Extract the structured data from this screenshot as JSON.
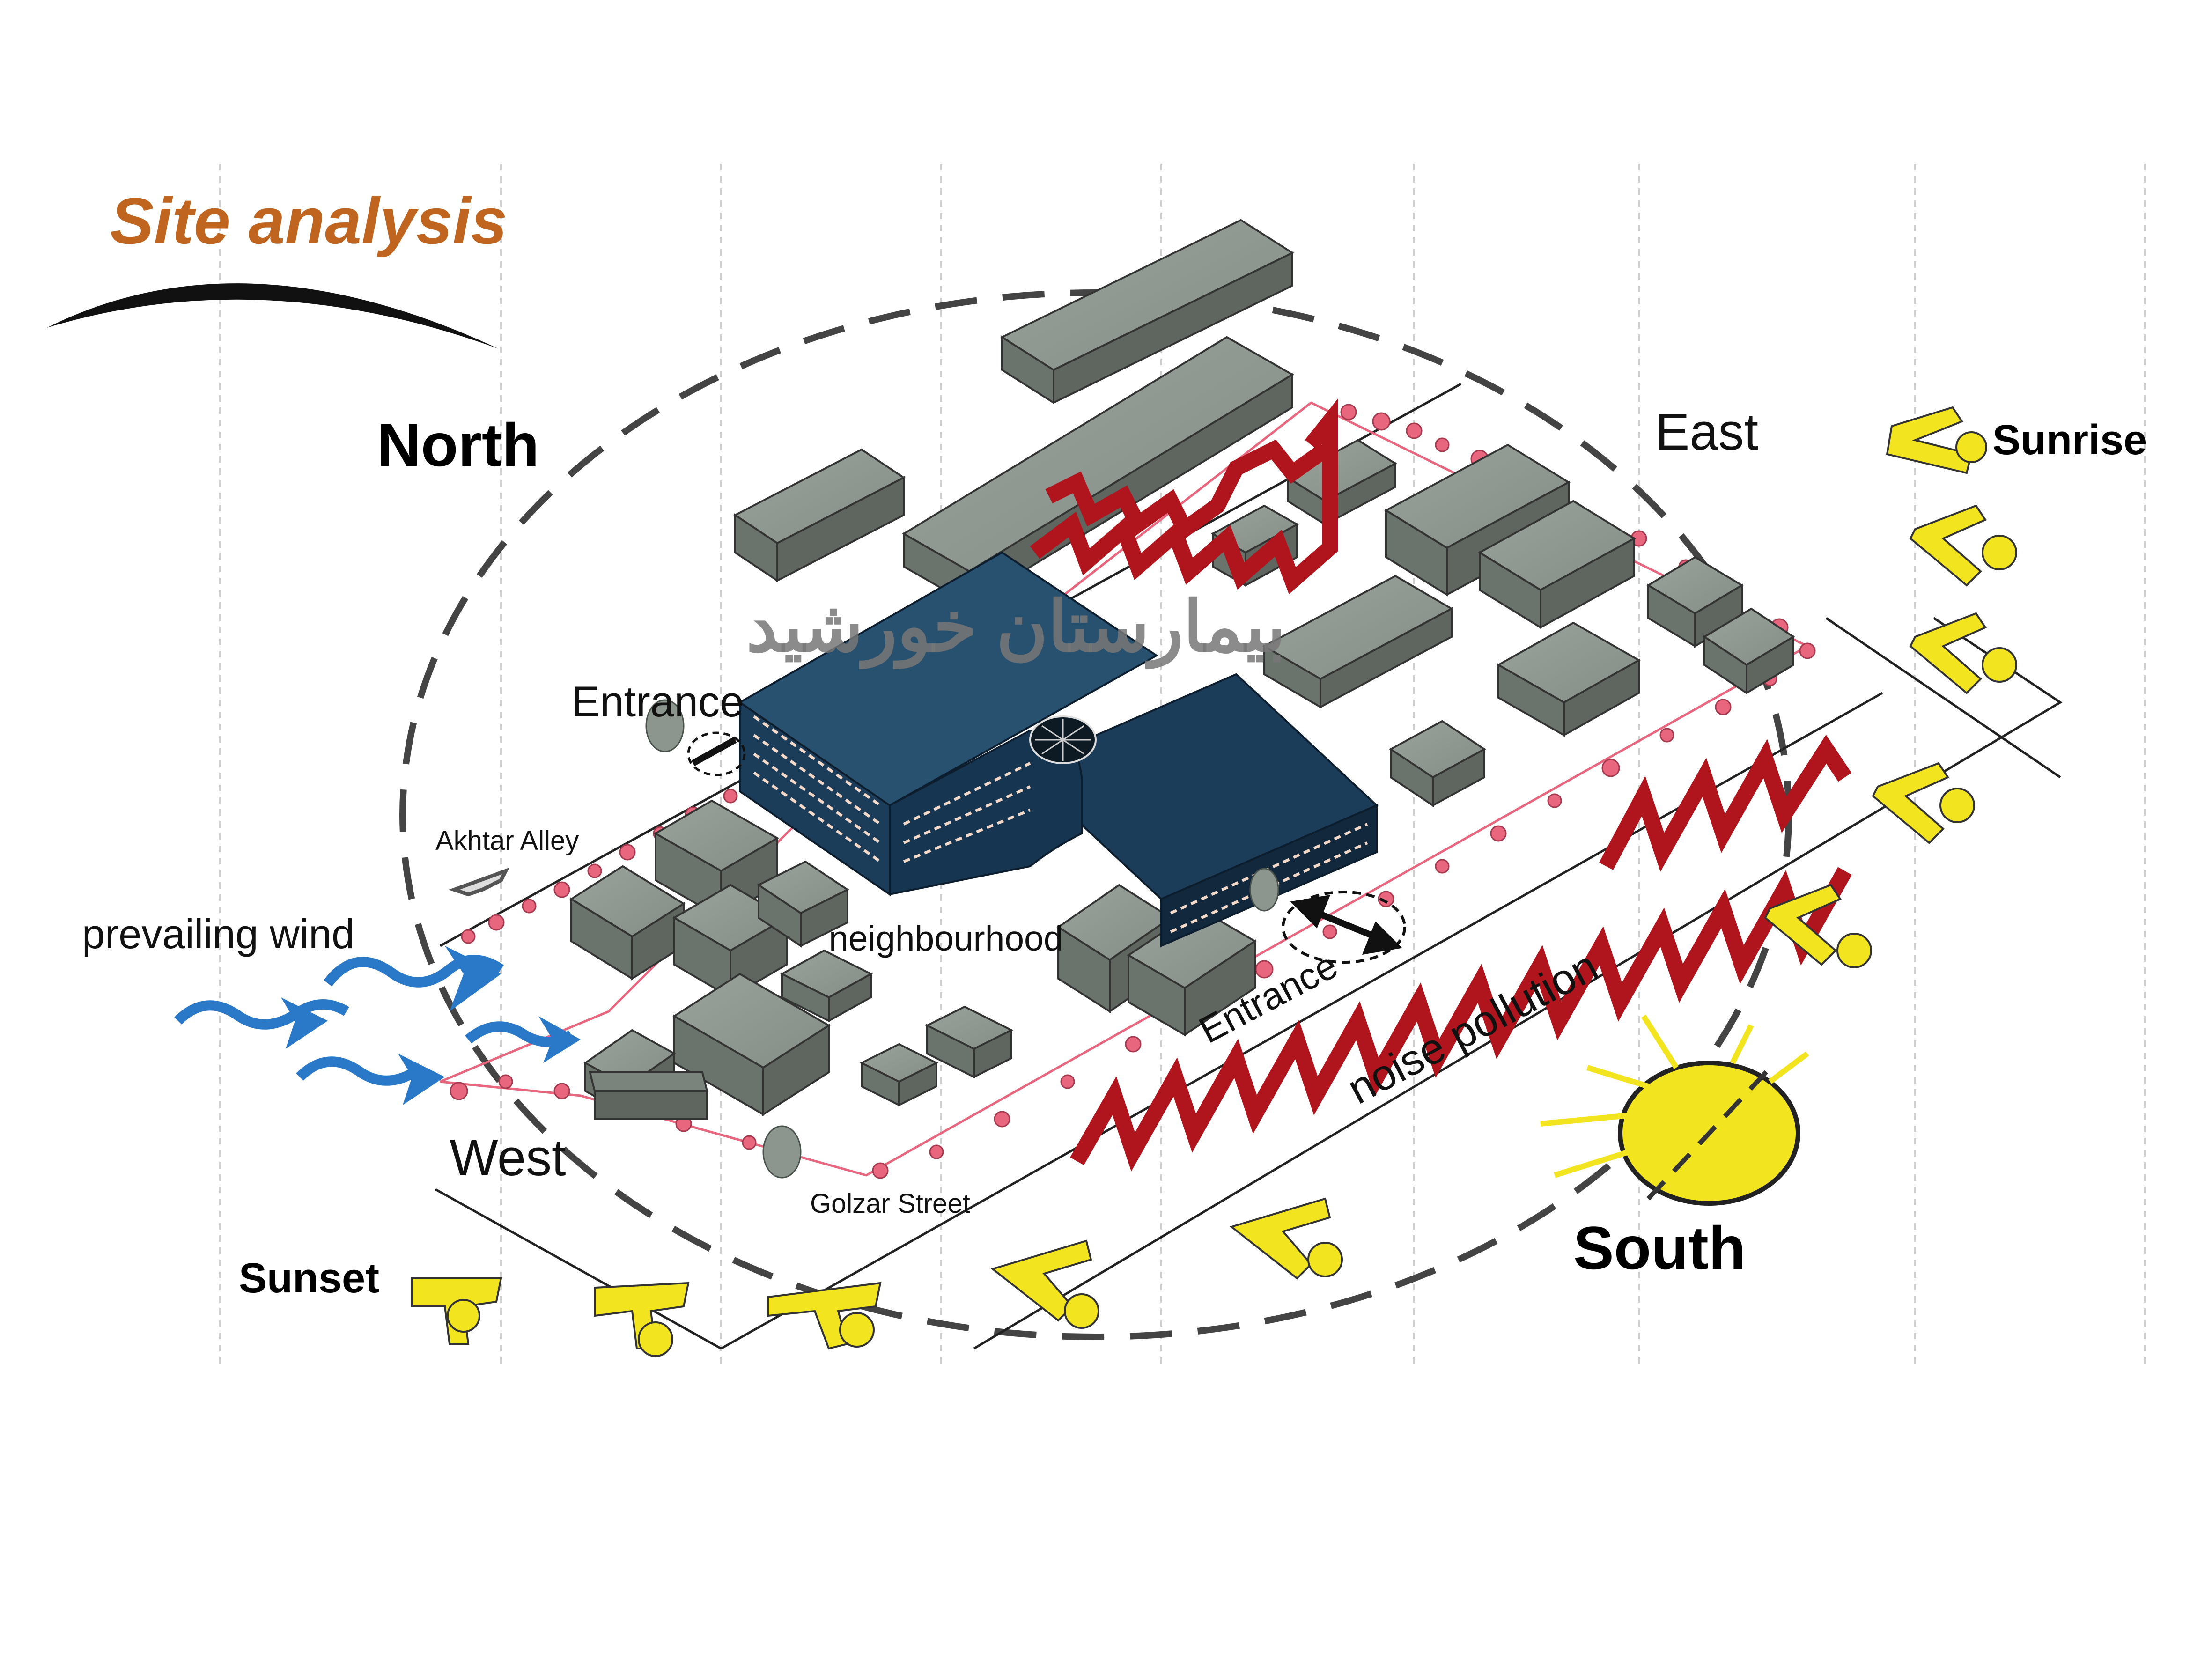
{
  "title": "Site analysis",
  "compass": {
    "north": "North",
    "south": "South",
    "east": "East",
    "west": "West"
  },
  "sun": {
    "sunrise": "Sunrise",
    "sunset": "Sunset"
  },
  "labels": {
    "entrance_1": "Entrance",
    "entrance_2": "Entrance",
    "akhtar_alley": "Akhtar Alley",
    "golzar_street": "Golzar Street",
    "prevailing_wind": "prevailing wind",
    "neighbourhood": "neighbourhood",
    "noise_pollution": "noise pollution",
    "hospital_name": "بیمارستان خورشید"
  },
  "colors": {
    "title": "#c0651f",
    "hospital": "#1c3d5a",
    "neighbour_building": "#7b837d",
    "noise": "#b0141c",
    "sun": "#f2e51f",
    "wind": "#2a79c9",
    "tree_dots": "#e8667e"
  },
  "icons": [
    "sun-icon",
    "sun-arrow-icon",
    "wind-swirl-icon",
    "noise-zigzag-icon",
    "entrance-arrow-icon",
    "tree-icon"
  ]
}
